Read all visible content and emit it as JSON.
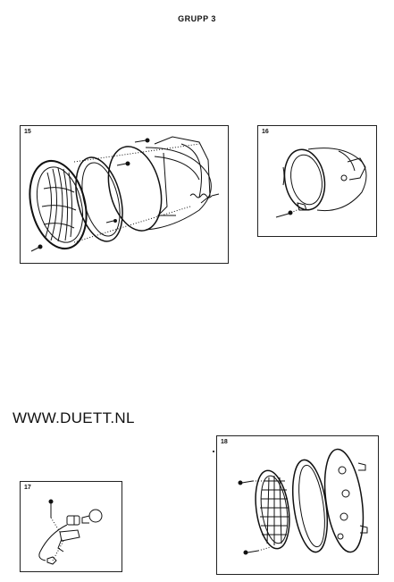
{
  "page": {
    "title": "GRUPP 3",
    "watermark": "WWW.DUETT.NL"
  },
  "panels": [
    {
      "id": "15",
      "label": "15",
      "icon": "headlight-exploded-icon"
    },
    {
      "id": "16",
      "label": "16",
      "icon": "headlight-housing-icon"
    },
    {
      "id": "17",
      "label": "17",
      "icon": "bulb-socket-icon"
    },
    {
      "id": "18",
      "label": "18",
      "icon": "tail-lamp-exploded-icon"
    }
  ]
}
